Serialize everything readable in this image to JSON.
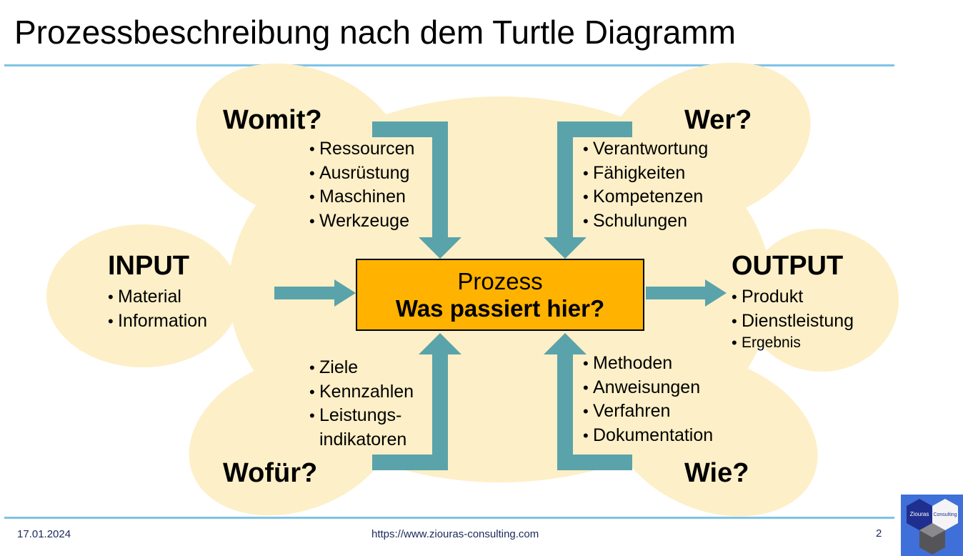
{
  "slide": {
    "title": "Prozessbeschreibung nach dem Turtle Diagramm"
  },
  "diagram": {
    "process": {
      "line1": "Prozess",
      "line2": "Was passiert hier?"
    },
    "input": {
      "title": "INPUT",
      "items": [
        "Material",
        "Information"
      ]
    },
    "output": {
      "title": "OUTPUT",
      "items": [
        "Produkt",
        "Dienstleistung",
        "Ergebnis"
      ]
    },
    "womit": {
      "question": "Womit?",
      "items": [
        "Ressourcen",
        "Ausrüstung",
        "Maschinen",
        "Werkzeuge"
      ]
    },
    "wer": {
      "question": "Wer?",
      "items": [
        "Verantwortung",
        "Fähigkeiten",
        "Kompetenzen",
        "Schulungen"
      ]
    },
    "wofuer": {
      "question": "Wofür?",
      "items": [
        "Ziele",
        "Kennzahlen",
        "Leistungs-",
        "indikatoren"
      ]
    },
    "wie": {
      "question": "Wie?",
      "items": [
        "Methoden",
        "Anweisungen",
        "Verfahren",
        "Dokumentation"
      ]
    }
  },
  "footer": {
    "date": "17.01.2024",
    "url": "https://www.ziouras-consulting.com",
    "page": "2"
  },
  "logo": {
    "text_left": "Ziouras",
    "text_right": "Consulting"
  },
  "colors": {
    "cloud": "#fdefc7",
    "arrow": "#5aa3aa",
    "process_box": "#ffb300",
    "rule": "#7ec3e6",
    "logo_blue": "#3f6fd8",
    "logo_navy": "#1f2f8f"
  }
}
